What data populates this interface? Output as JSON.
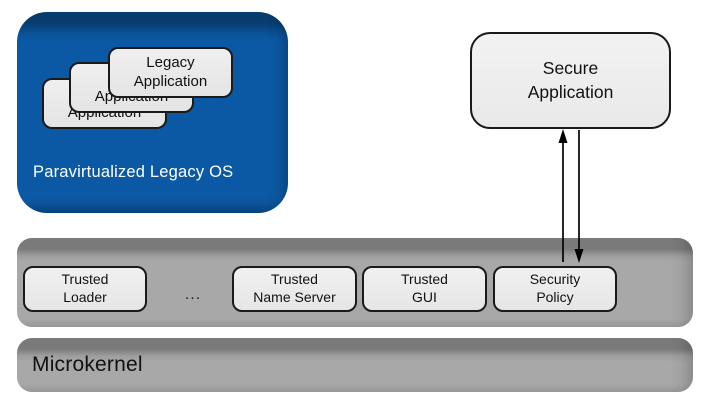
{
  "diagram": {
    "legacy_os": {
      "label": "Paravirtualized Legacy OS",
      "apps": [
        {
          "label": "Legacy\nApplication"
        },
        {
          "label": "Legacy\nApplication"
        },
        {
          "label": "Legacy\nApplication"
        }
      ]
    },
    "secure_app": {
      "label": "Secure\nApplication"
    },
    "trusted_layer": {
      "items": [
        {
          "label": "Trusted\nLoader"
        },
        {
          "label": "Trusted\nName Server"
        },
        {
          "label": "Trusted\nGUI"
        },
        {
          "label": "Security\nPolicy"
        }
      ],
      "ellipsis": "..."
    },
    "microkernel": {
      "label": "Microkernel"
    },
    "colors": {
      "legacy_os_blue": "#0B59A5",
      "legacy_os_blue_dark": "#083E70",
      "bar_gray": "#A8A8A8",
      "bar_gray_dark": "#7B7B7B",
      "box_fill": "#EDEDED",
      "box_border": "#1A1A1A",
      "arrow": "#000000",
      "legacy_os_text": "#FFFFFF"
    }
  }
}
